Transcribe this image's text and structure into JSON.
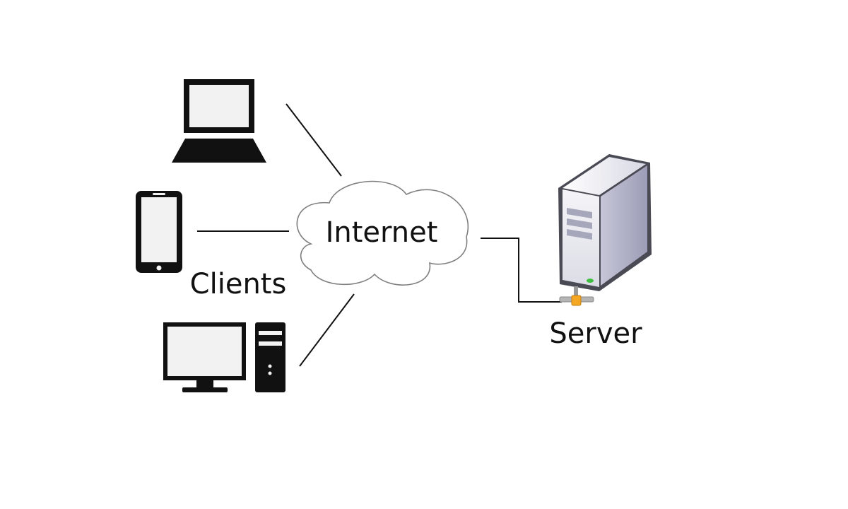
{
  "diagram": {
    "clients_label": "Clients",
    "internet_label": "Internet",
    "server_label": "Server"
  },
  "icons": {
    "laptop": "laptop-icon",
    "phone": "smartphone-icon",
    "desktop": "desktop-computer-icon",
    "cloud": "cloud-icon",
    "server": "server-tower-icon"
  },
  "colors": {
    "icon_fill": "#111111",
    "screen_fill": "#f2f2f2",
    "cloud_stroke": "#7f7f7f",
    "connector": "#111111",
    "server_front": "#e8e8ee",
    "server_side": "#b9b9cc",
    "server_led": "#3fbf3f",
    "port_orange": "#f5a623"
  }
}
